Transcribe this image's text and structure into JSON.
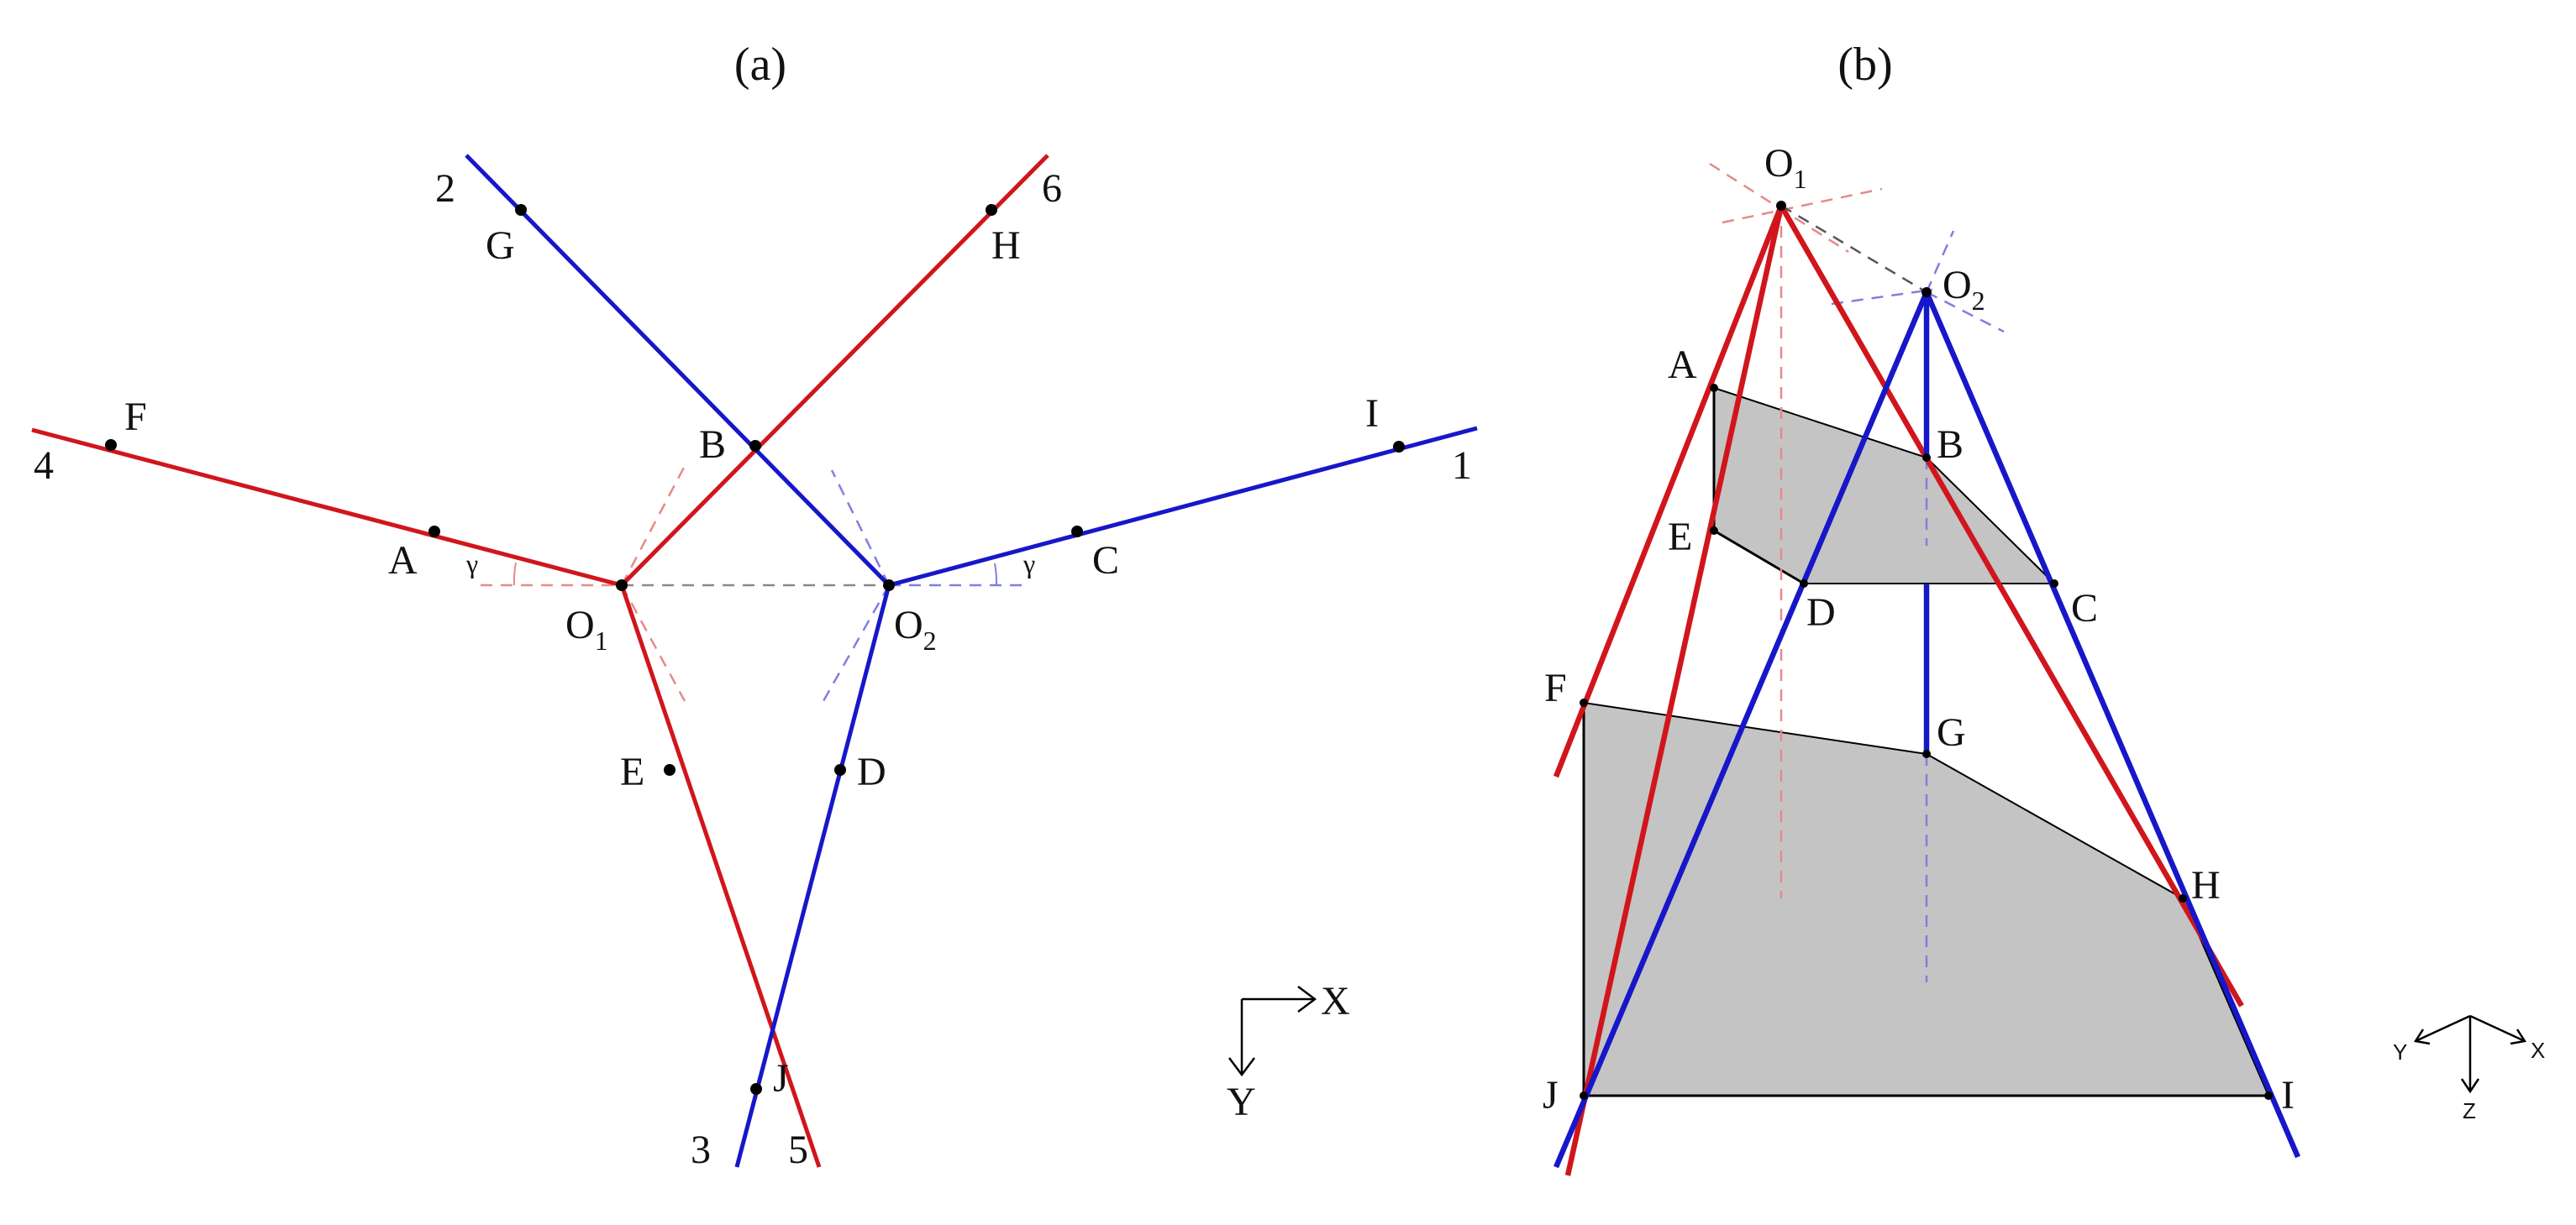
{
  "panels": {
    "a": {
      "title": "(a)",
      "points": {
        "A": "A",
        "B": "B",
        "C": "C",
        "D": "D",
        "E": "E",
        "F": "F",
        "G": "G",
        "H": "H",
        "I": "I",
        "J": "J"
      },
      "origin1": {
        "letter": "O",
        "sub": "1"
      },
      "origin2": {
        "letter": "O",
        "sub": "2"
      },
      "line_numbers": {
        "n1": "1",
        "n2": "2",
        "n3": "3",
        "n4": "4",
        "n5": "5",
        "n6": "6"
      },
      "angle_symbol": "γ",
      "axes": {
        "x": "X",
        "y": "Y"
      }
    },
    "b": {
      "title": "(b)",
      "points": {
        "A": "A",
        "B": "B",
        "C": "C",
        "D": "D",
        "E": "E",
        "F": "F",
        "G": "G",
        "H": "H",
        "I": "I",
        "J": "J"
      },
      "origin1": {
        "letter": "O",
        "sub": "1"
      },
      "origin2": {
        "letter": "O",
        "sub": "2"
      },
      "axes": {
        "x": "X",
        "y": "Y",
        "z": "Z"
      }
    }
  },
  "colors": {
    "red_lines": "#d0161c",
    "blue_lines": "#1717c9",
    "red_guides": "#e58a8a",
    "blue_guides": "#7f7fe0",
    "gray_guides": "#888888",
    "face_fill": "#c4c4c4",
    "outline": "#000000"
  }
}
